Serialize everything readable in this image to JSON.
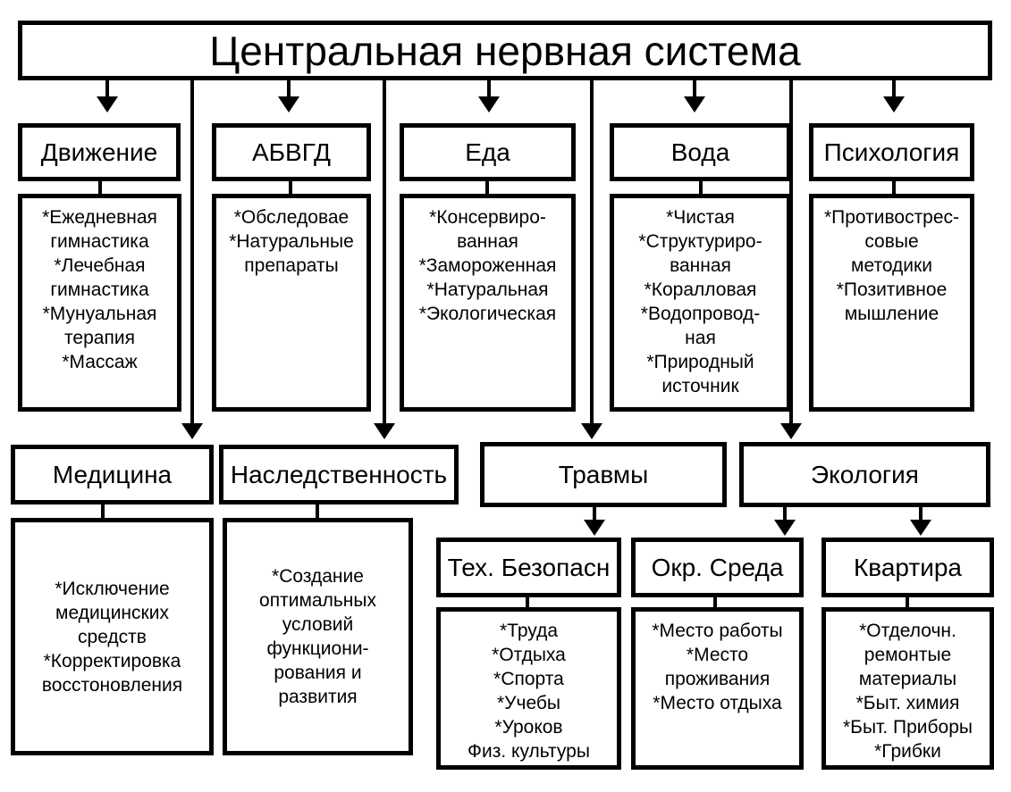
{
  "root": {
    "title": "Центральная нервная система"
  },
  "categories": {
    "dvizhenie": {
      "title": "Движение",
      "items": [
        "*Ежедневная",
        "гимнастика",
        "*Лечебная",
        "гимнастика",
        "*Мунуальная",
        "терапия",
        "*Массаж"
      ]
    },
    "abvgd": {
      "title": "АБВГД",
      "items": [
        "*Обследовае",
        "*Натуральные",
        "препараты"
      ]
    },
    "eda": {
      "title": "Еда",
      "items": [
        "*Консервиро-",
        "ванная",
        "*Замороженная",
        "*Натуральная",
        "*Экологическая"
      ]
    },
    "voda": {
      "title": "Вода",
      "items": [
        "*Чистая",
        "*Структуриро-",
        "ванная",
        "*Коралловая",
        "*Водопровод-",
        "ная",
        "*Природный",
        "источник"
      ]
    },
    "psihologiya": {
      "title": "Психология",
      "items": [
        "*Противострес-",
        "совые",
        "методики",
        "*Позитивное",
        "мышление"
      ]
    },
    "medicina": {
      "title": "Медицина",
      "items": [
        "*Исключение",
        "медицинских",
        "средств",
        "*Корректировка",
        "восстоновления"
      ]
    },
    "nasledstvennost": {
      "title": "Наследственность",
      "items": [
        "*Создание",
        "оптимальных",
        "условий",
        "функциони-",
        "рования и",
        "развития"
      ]
    },
    "travmy": {
      "title": "Травмы"
    },
    "ekologiya": {
      "title": "Экология"
    },
    "teh_bezopasn": {
      "title": "Тех. Безопасн",
      "items": [
        "*Труда",
        "*Отдыха",
        "*Спорта",
        "*Учебы",
        "*Уроков",
        "Физ. культуры"
      ]
    },
    "okr_sreda": {
      "title": "Окр. Среда",
      "items": [
        "*Место работы",
        "*Место",
        "проживания",
        "*Место отдыха"
      ]
    },
    "kvartira": {
      "title": "Квартира",
      "items": [
        "*Отделочн.",
        "ремонтые",
        "материалы",
        "*Быт. химия",
        "*Быт. Приборы",
        "*Грибки"
      ]
    }
  },
  "colors": {
    "stroke": "#000000",
    "background": "#ffffff"
  }
}
